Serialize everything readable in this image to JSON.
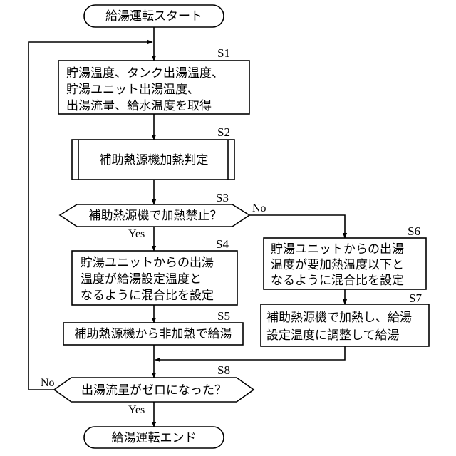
{
  "flowchart": {
    "start": {
      "label": "給湯運転スタート"
    },
    "end": {
      "label": "給湯運転エンド"
    },
    "steps": {
      "s1": {
        "id": "S1",
        "lines": [
          "貯湯温度、タンク出湯温度、",
          "貯湯ユニット出湯温度、",
          "出湯流量、給水温度を取得"
        ]
      },
      "s2": {
        "id": "S2",
        "label": "補助熱源機加熱判定"
      },
      "s3": {
        "id": "S3",
        "label": "補助熱源機で加熱禁止？",
        "yes": "Yes",
        "no": "No"
      },
      "s4": {
        "id": "S4",
        "lines": [
          "貯湯ユニットからの出湯",
          "温度が給湯設定温度と",
          "なるように混合比を設定"
        ]
      },
      "s5": {
        "id": "S5",
        "label": "補助熱源機から非加熱で給湯"
      },
      "s6": {
        "id": "S6",
        "lines": [
          "貯湯ユニットからの出湯",
          "温度が要加熱温度以下と",
          "なるように混合比を設定"
        ]
      },
      "s7": {
        "id": "S7",
        "lines": [
          "補助熱源機で加熱し、給湯",
          "設定温度に調整して給湯"
        ]
      },
      "s8": {
        "id": "S8",
        "label": "出湯流量がゼロになった？",
        "yes": "Yes",
        "no": "No"
      }
    }
  }
}
